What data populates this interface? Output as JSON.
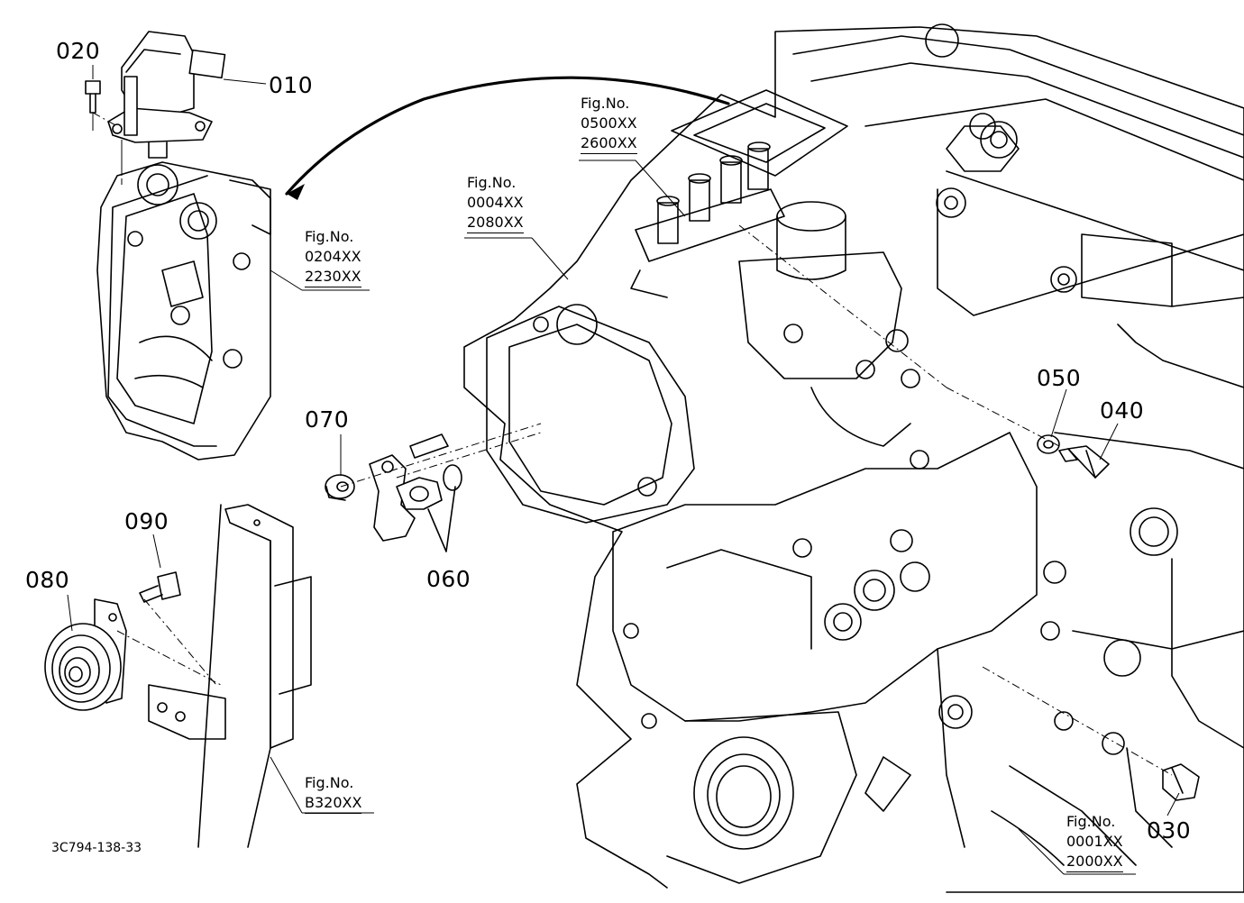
{
  "diagram": {
    "parts": [
      {
        "id": "p010",
        "label": "010"
      },
      {
        "id": "p020",
        "label": "020"
      },
      {
        "id": "p030",
        "label": "030"
      },
      {
        "id": "p040",
        "label": "040"
      },
      {
        "id": "p050",
        "label": "050"
      },
      {
        "id": "p060",
        "label": "060"
      },
      {
        "id": "p070",
        "label": "070"
      },
      {
        "id": "p080",
        "label": "080"
      },
      {
        "id": "p090",
        "label": "090"
      }
    ],
    "figure_refs": [
      {
        "id": "r0500",
        "prefix": "Fig.No.",
        "line1": "0500XX",
        "line2": "2600XX"
      },
      {
        "id": "r0004",
        "prefix": "Fig.No.",
        "line1": "0004XX",
        "line2": "2080XX"
      },
      {
        "id": "r0204",
        "prefix": "Fig.No.",
        "line1": "0204XX",
        "line2": "2230XX"
      },
      {
        "id": "rB320",
        "prefix": "Fig.No.",
        "line1": "B320XX",
        "line2": ""
      },
      {
        "id": "r0001",
        "prefix": "Fig.No.",
        "line1": "0001XX",
        "line2": "2000XX"
      }
    ],
    "drawing_code": "3C794-138-33"
  }
}
